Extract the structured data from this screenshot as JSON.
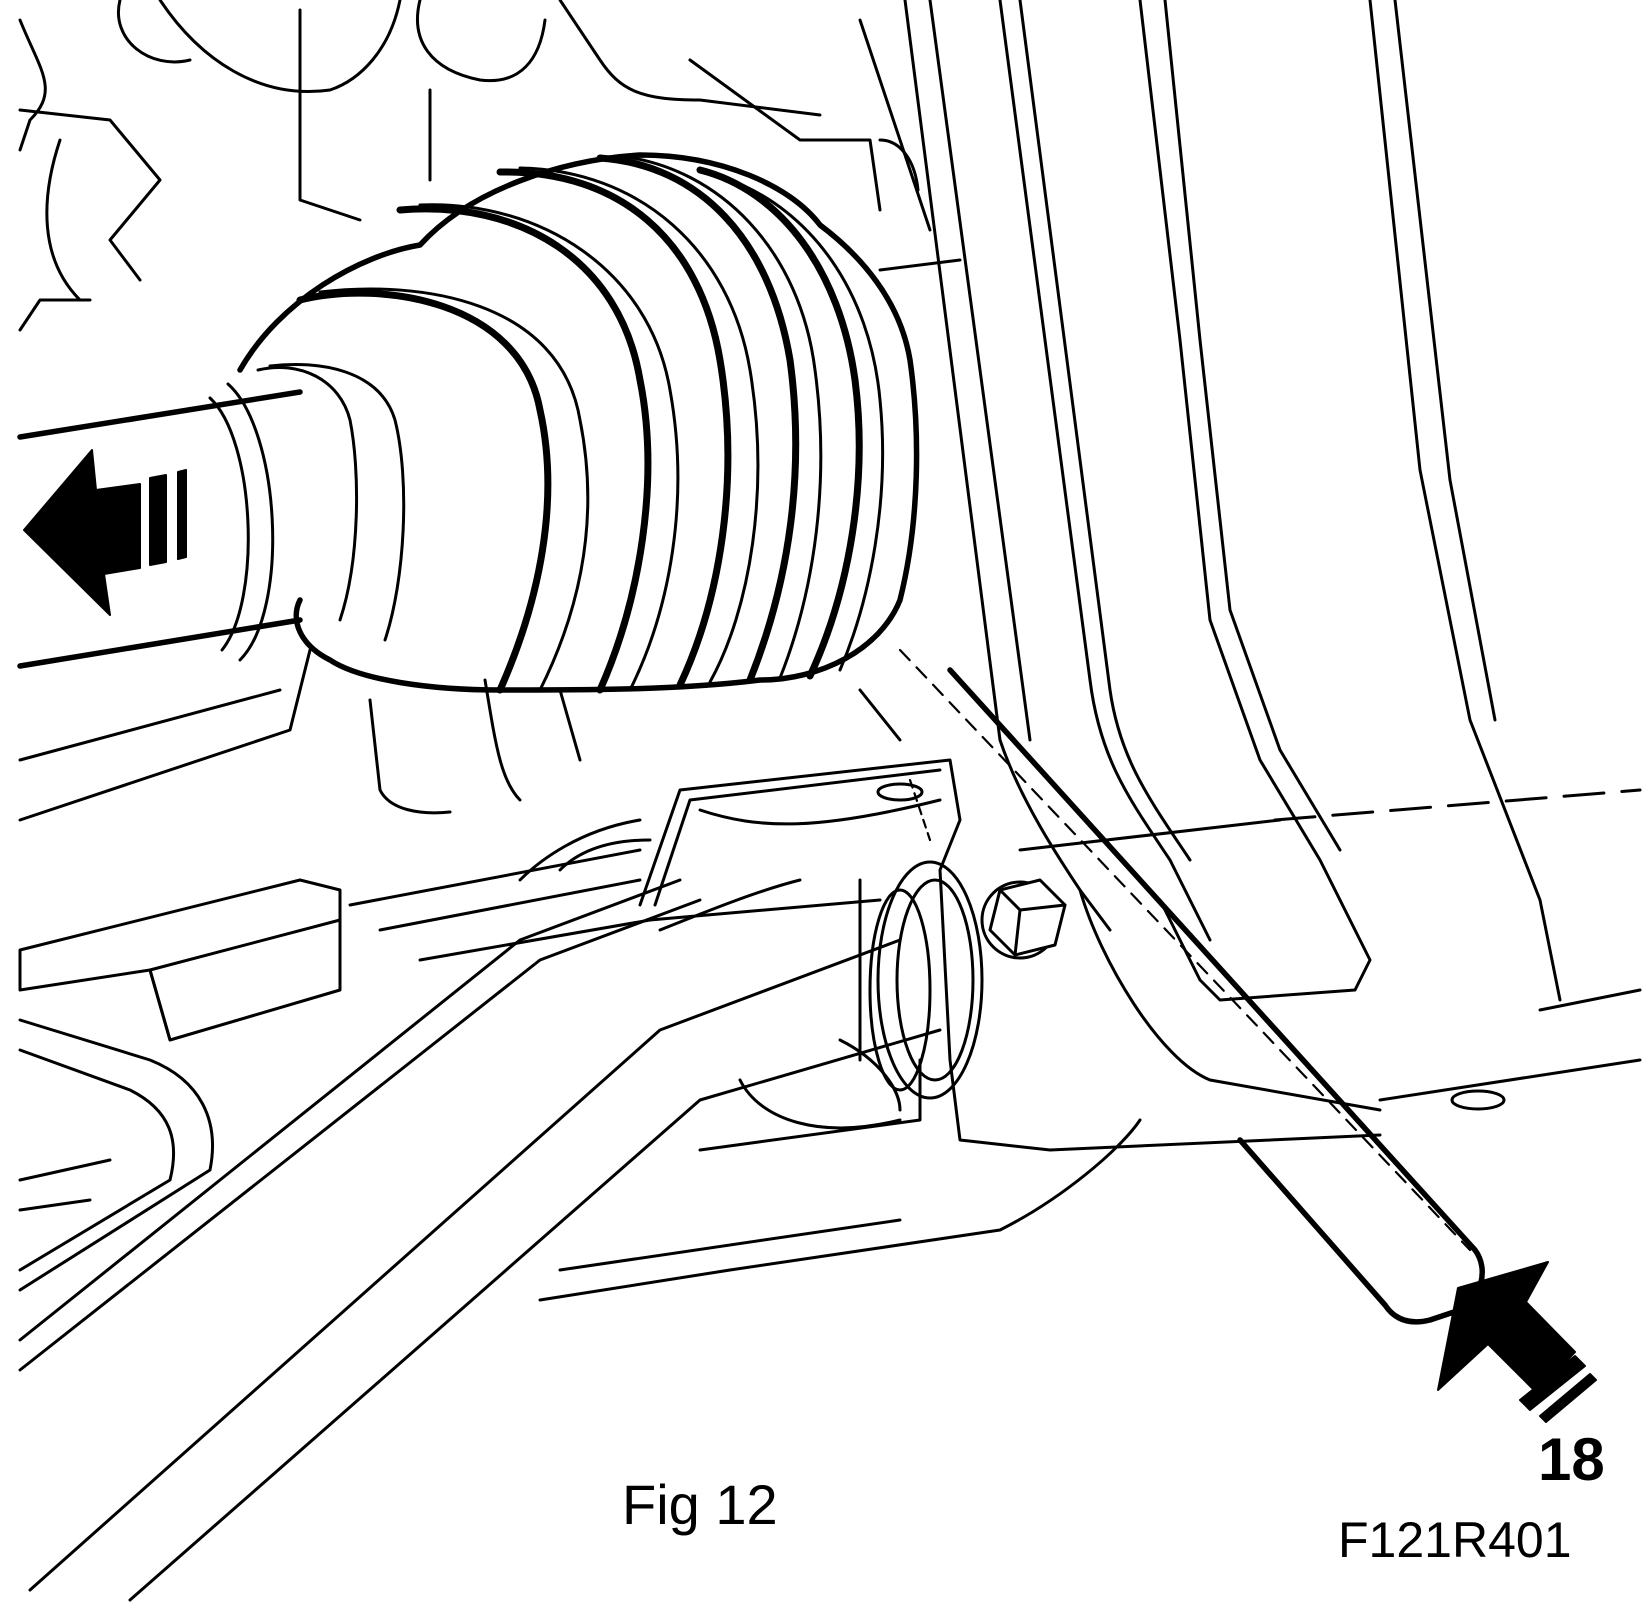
{
  "figure": {
    "caption": "Fig 12",
    "reference_code": "F121R401",
    "callout_number": "18"
  },
  "arrows": [
    {
      "name": "pull-direction-arrow",
      "direction": "left",
      "style": "solid-black-with-tail-bars"
    },
    {
      "name": "tool-direction-arrow",
      "direction": "up-left",
      "style": "solid-black-with-tail-bars"
    }
  ],
  "colors": {
    "line": "#000000",
    "background": "#ffffff"
  }
}
